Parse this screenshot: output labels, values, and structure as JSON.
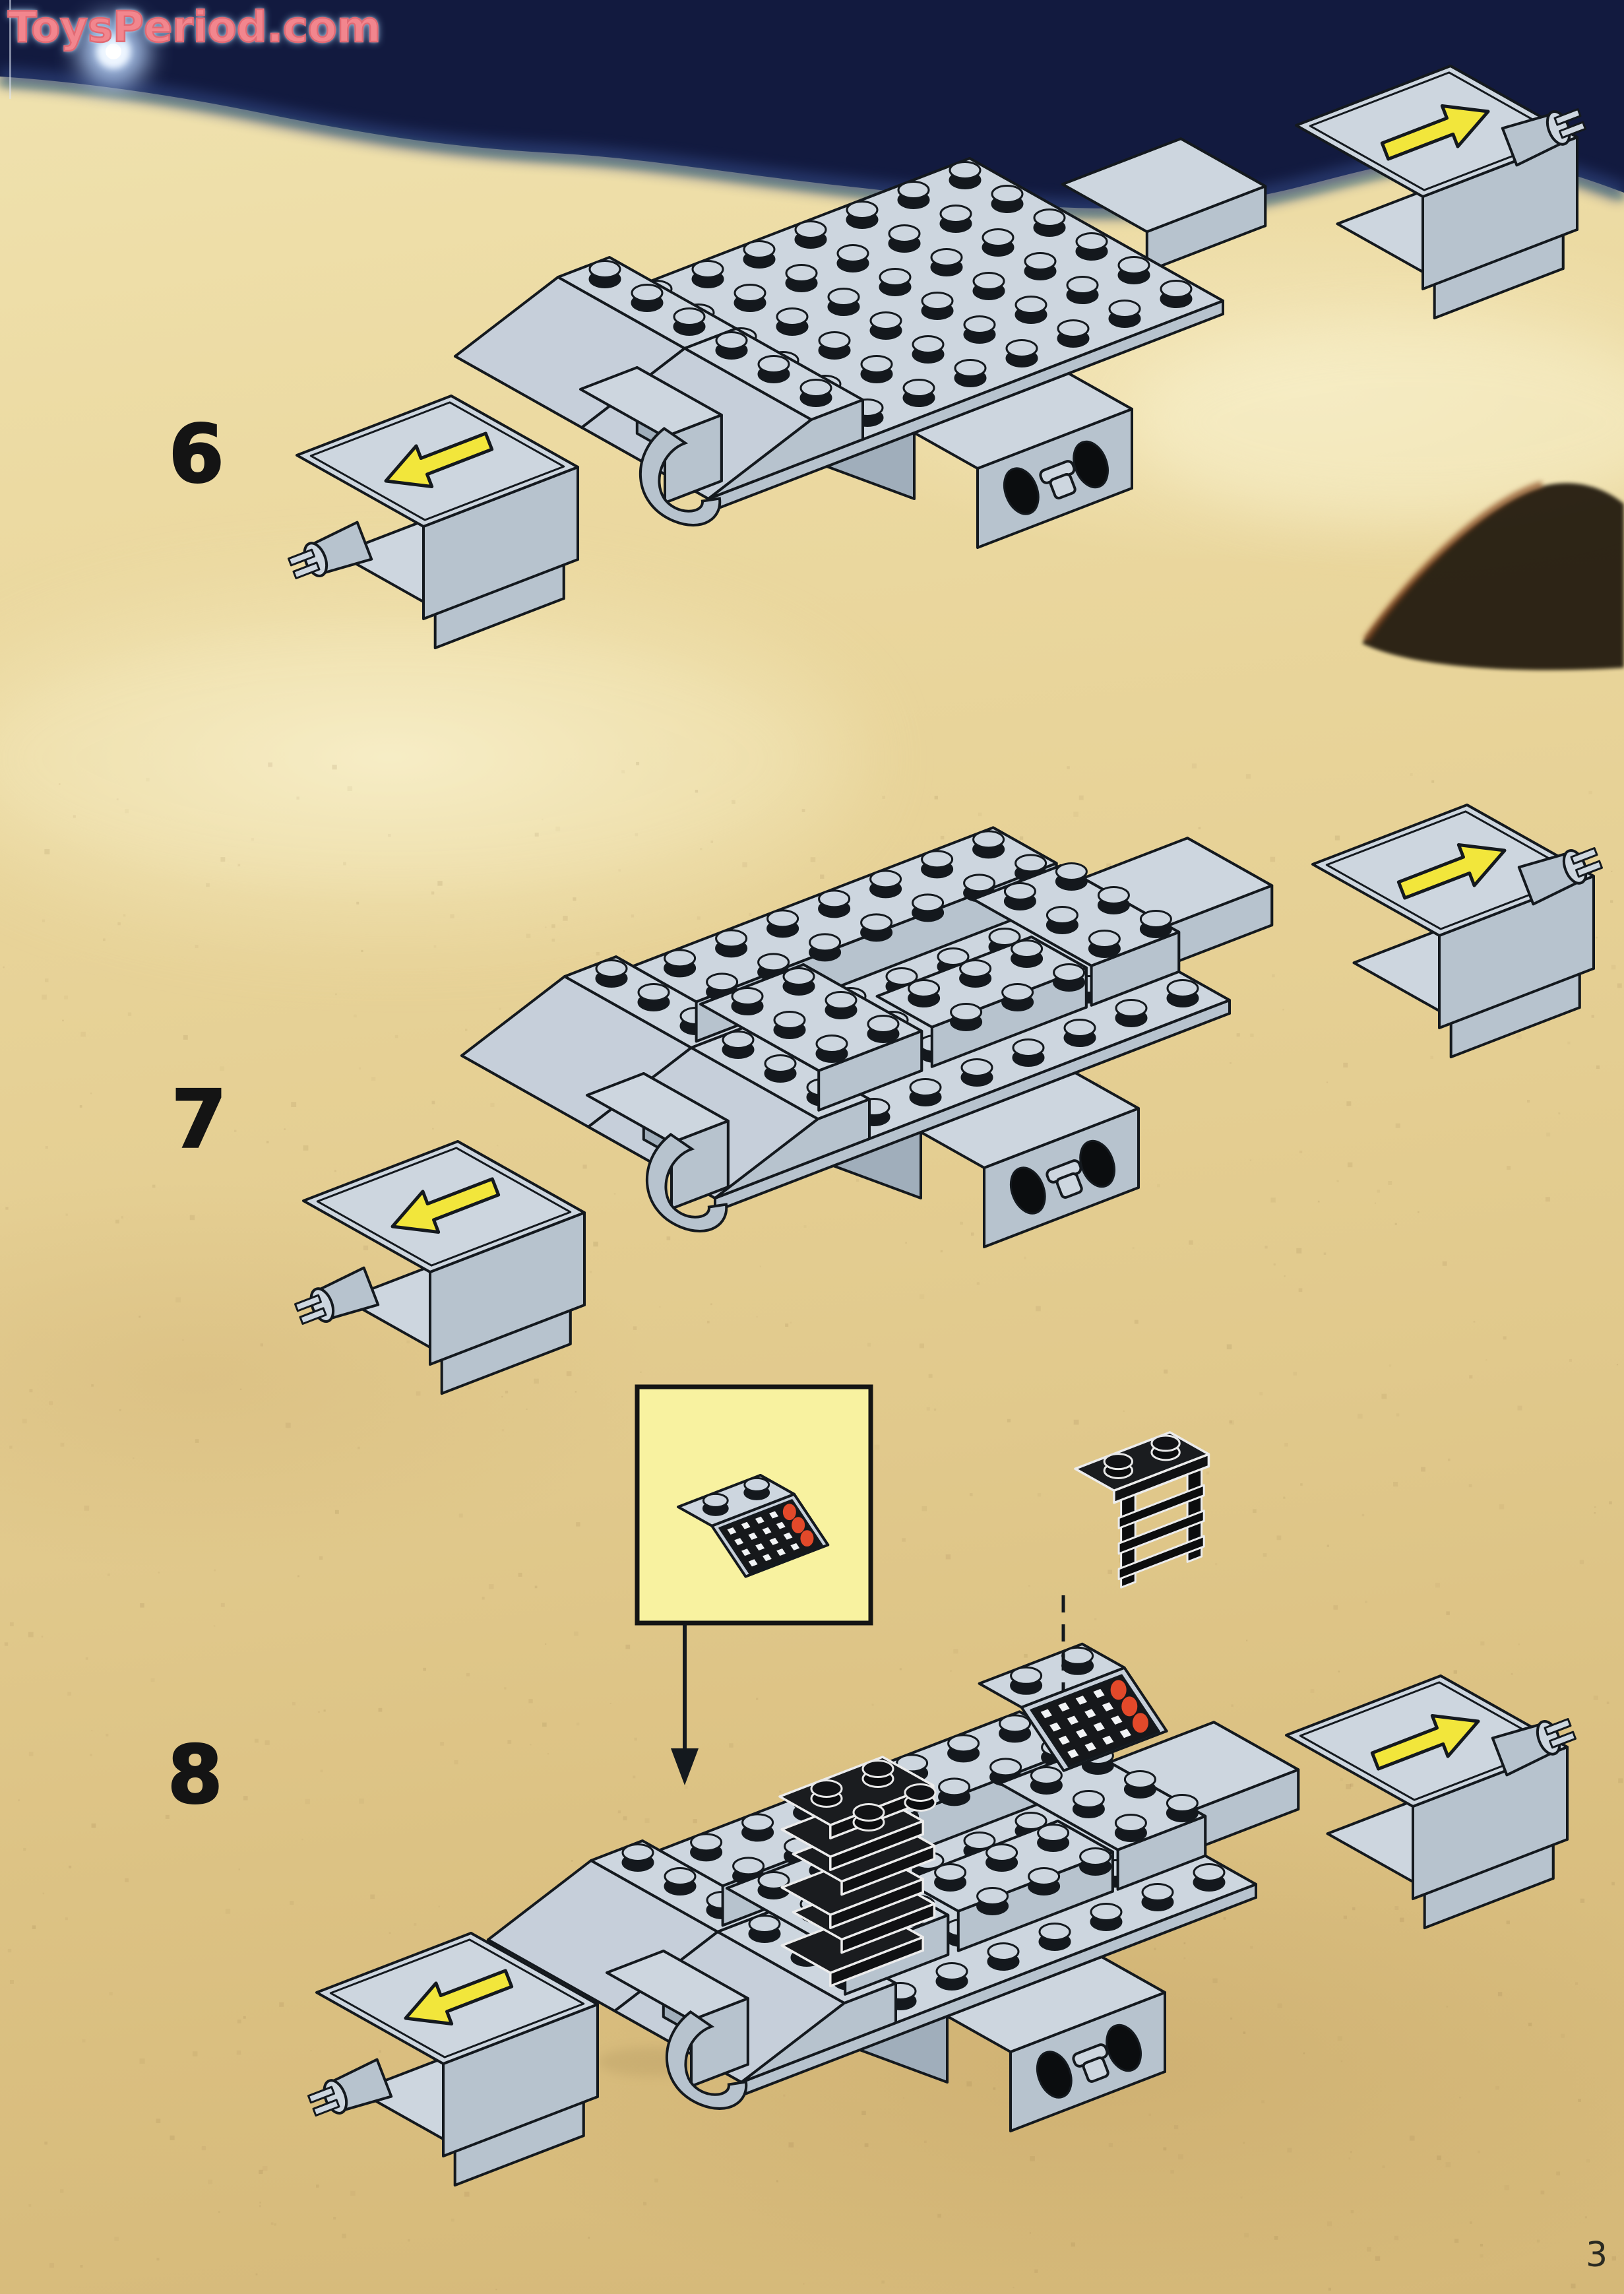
{
  "watermark": {
    "text": "ToysPeriod.com",
    "color": "#f2868e"
  },
  "page_number": "3",
  "steps": [
    {
      "number": "6",
      "icons": [
        "yellow-arrow-left",
        "yellow-arrow-up-right"
      ]
    },
    {
      "number": "7",
      "icons": [
        "yellow-arrow-left",
        "yellow-arrow-up-right"
      ]
    },
    {
      "number": "8",
      "icons": [
        "yellow-arrow-left",
        "yellow-arrow-up-right",
        "callout-down-arrow",
        "dashed-placement-line"
      ],
      "callout_part": "slope-brick-with-control-panel",
      "extra_parts": [
        "black-ladder-bracket",
        "black-ladder-stack"
      ]
    }
  ],
  "colors": {
    "line": "#14191e",
    "top": "#cdd6df",
    "front": "#b7c3ce",
    "side": "#a0aebb",
    "slant": "#c6cfda",
    "yellow": "#f2e63b",
    "red": "#e2492a",
    "panel": "#16181b",
    "black_part": "#121315",
    "sky": "#121a3f",
    "star": "#ffffff",
    "sand": "#e8d69e",
    "callout_bg": "#f8f2a0"
  }
}
